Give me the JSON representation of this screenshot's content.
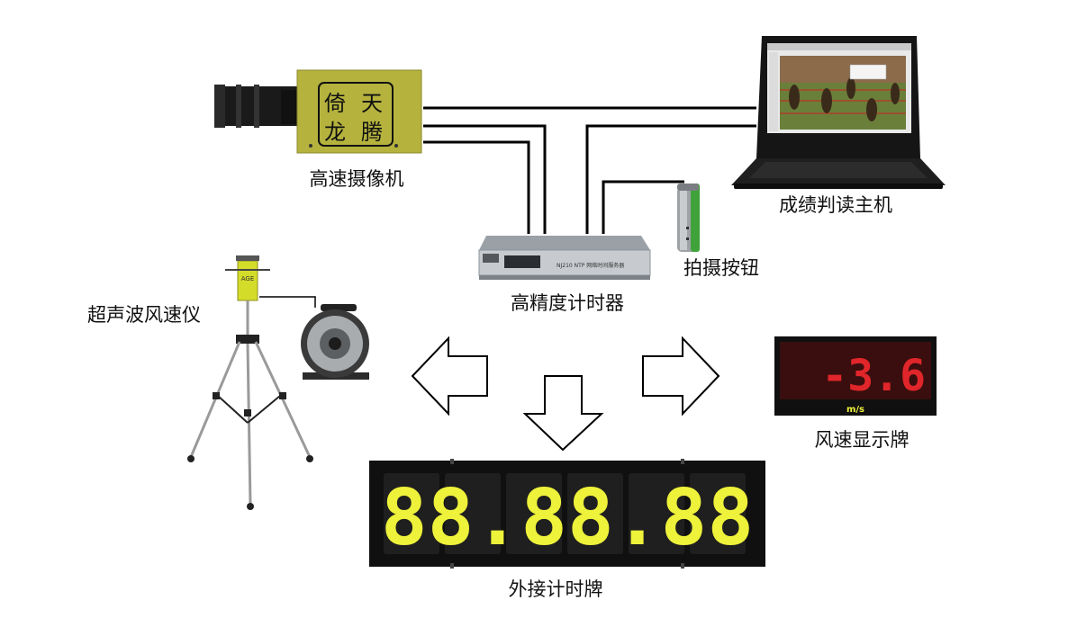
{
  "labels": {
    "camera": "高速摄像机",
    "host": "成绩判读主机",
    "trigger": "拍摄按钮",
    "timer": "高精度计时器",
    "anemometer": "超声波风速仪",
    "wind_board": "风速显示牌",
    "ext_board": "外接计时牌"
  },
  "camera_logo": [
    "倚",
    "天",
    "龙",
    "腾"
  ],
  "timer_panel_text": "NJ210 NTP 网络时间服务器",
  "wind_display": {
    "value": "-3.6",
    "unit": "m/s"
  },
  "ext_display": {
    "value": "88.88.88"
  },
  "colors": {
    "camera_body": "#b5b33e",
    "led_red": "#e0262a",
    "led_yellow": "#eef23a",
    "board_black": "#101010"
  }
}
